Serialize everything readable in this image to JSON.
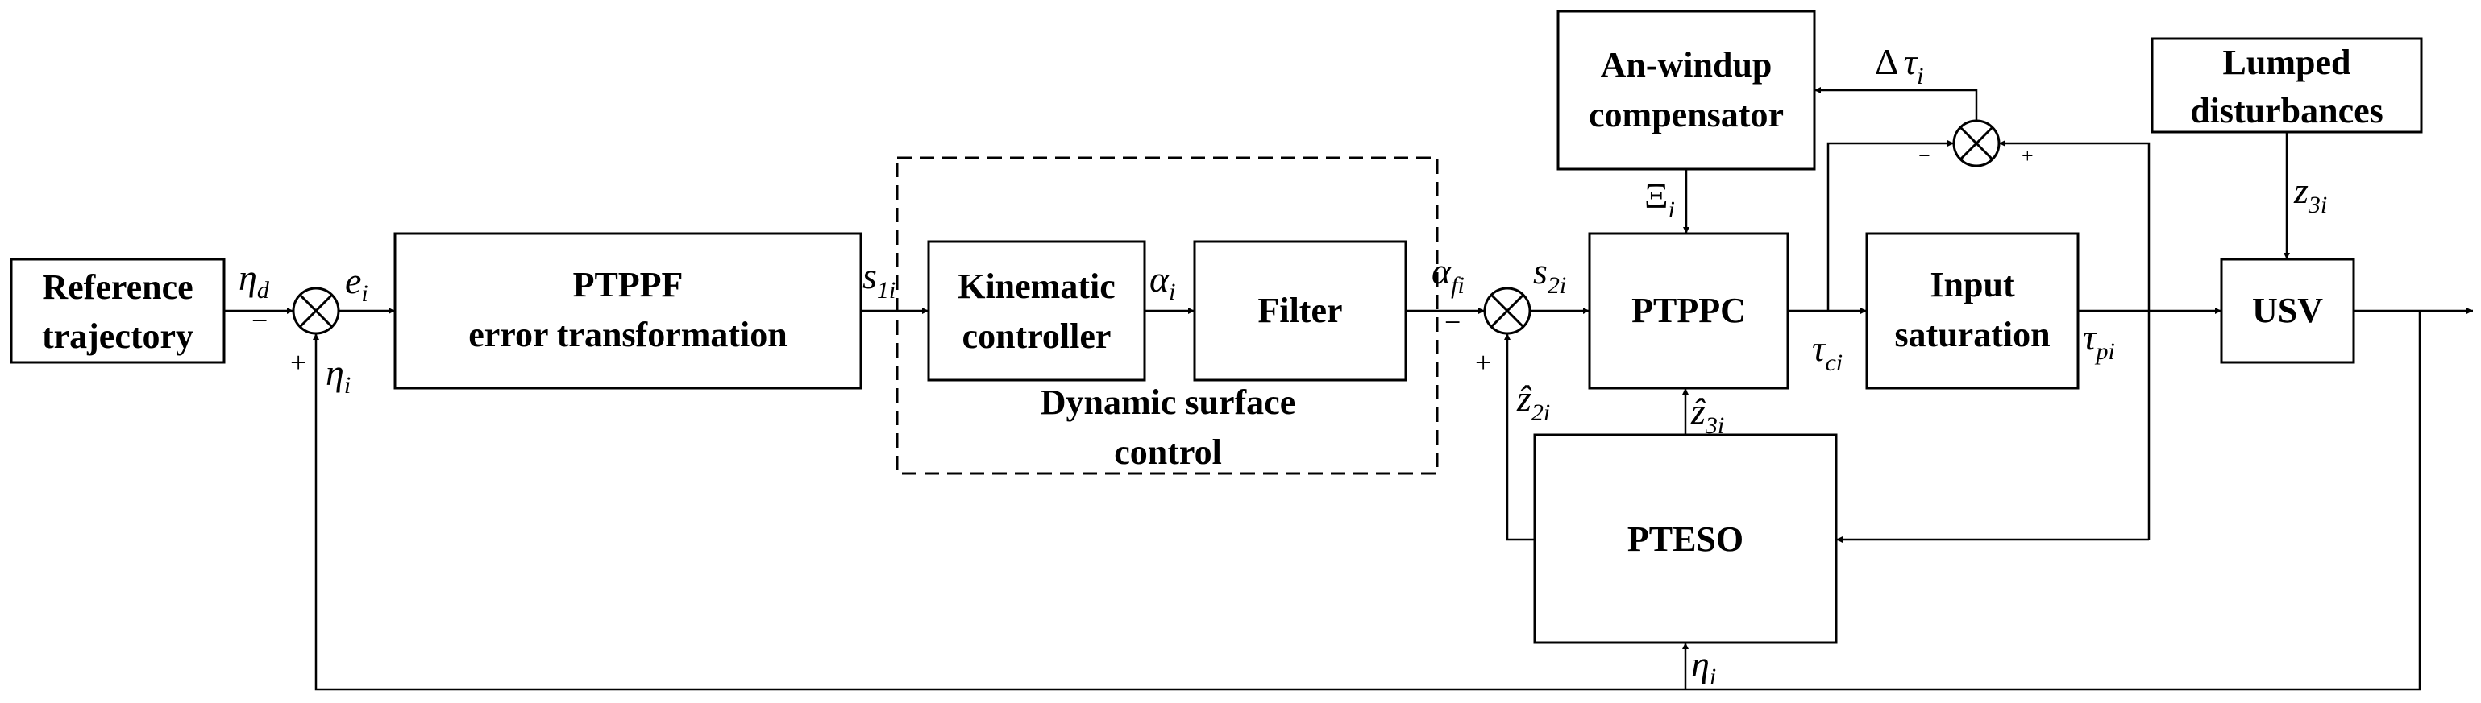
{
  "blocks": {
    "reference": [
      "Reference",
      "trajectory"
    ],
    "ptppf": [
      "PTPPF",
      "error transformation"
    ],
    "kinematic": [
      "Kinematic",
      "controller"
    ],
    "filter": [
      "Filter"
    ],
    "dsc_caption": [
      "Dynamic surface",
      "control"
    ],
    "ptppc": [
      "PTPPC"
    ],
    "antiwindup": [
      "An-windup",
      "compensator"
    ],
    "input_sat": [
      "Input",
      "saturation"
    ],
    "lumped": [
      "Lumped",
      "disturbances"
    ],
    "usv": [
      "USV"
    ],
    "ptesO": [
      "PTESO"
    ]
  },
  "signals": {
    "eta_d": {
      "base": "η",
      "sub": "d"
    },
    "e_i": {
      "base": "e",
      "sub": "i"
    },
    "eta_fb": {
      "base": "η",
      "sub": "i"
    },
    "s1": {
      "base": "s",
      "sub": "1i"
    },
    "alpha": {
      "base": "α",
      "sub": "i"
    },
    "alpha_f": {
      "base": "α",
      "sub": "fi"
    },
    "s2": {
      "base": "s",
      "sub": "2i"
    },
    "xi": {
      "base": "Ξ",
      "sub": "i"
    },
    "tau_c": {
      "base": "τ",
      "sub": "ci"
    },
    "tau_p": {
      "base": "τ",
      "sub": "pi"
    },
    "z3": {
      "base": "z",
      "sub": "3i"
    },
    "zhat2": {
      "base": "ẑ",
      "sub": "2i"
    },
    "zhat3": {
      "base": "ẑ",
      "sub": "3i"
    },
    "eta_eso": {
      "base": "η",
      "sub": "i"
    },
    "dtau": {
      "pre": "Δ",
      "base": "τ",
      "sub": "i"
    }
  },
  "signs": {
    "s1_minus": "−",
    "s1_plus": "+",
    "s2_minus": "−",
    "s2_plus": "+",
    "s3_minus": "−",
    "s3_plus": "+"
  }
}
